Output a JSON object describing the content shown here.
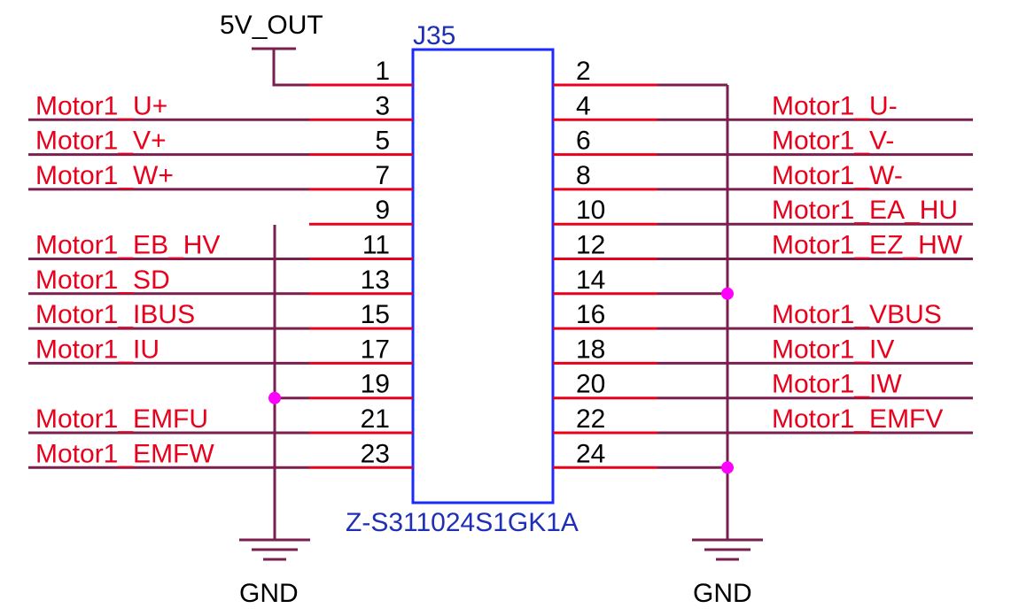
{
  "colors": {
    "pin": "#e8001c",
    "wire": "#7a1f4e",
    "body": "#1a2bff",
    "ref_text": "#1f2fb5",
    "junction": "#ff00ff",
    "label": "#e8001c",
    "text": "#000000"
  },
  "component": {
    "ref": "J35",
    "part": "Z-S311024S1GK1A"
  },
  "power": {
    "top": "5V_OUT",
    "left_ground": "GND",
    "right_ground": "GND"
  },
  "left_pins": [
    {
      "num": "1",
      "net": ""
    },
    {
      "num": "3",
      "net": "Motor1_U+"
    },
    {
      "num": "5",
      "net": "Motor1_V+"
    },
    {
      "num": "7",
      "net": "Motor1_W+"
    },
    {
      "num": "9",
      "net": ""
    },
    {
      "num": "11",
      "net": "Motor1_EB_HV"
    },
    {
      "num": "13",
      "net": "Motor1_SD"
    },
    {
      "num": "15",
      "net": "Motor1_IBUS"
    },
    {
      "num": "17",
      "net": "Motor1_IU"
    },
    {
      "num": "19",
      "net": ""
    },
    {
      "num": "21",
      "net": "Motor1_EMFU"
    },
    {
      "num": "23",
      "net": "Motor1_EMFW"
    }
  ],
  "right_pins": [
    {
      "num": "2",
      "net": ""
    },
    {
      "num": "4",
      "net": "Motor1_U-"
    },
    {
      "num": "6",
      "net": "Motor1_V-"
    },
    {
      "num": "8",
      "net": "Motor1_W-"
    },
    {
      "num": "10",
      "net": "Motor1_EA_HU"
    },
    {
      "num": "12",
      "net": "Motor1_EZ_HW"
    },
    {
      "num": "14",
      "net": ""
    },
    {
      "num": "16",
      "net": "Motor1_VBUS"
    },
    {
      "num": "18",
      "net": "Motor1_IV"
    },
    {
      "num": "20",
      "net": "Motor1_IW"
    },
    {
      "num": "22",
      "net": "Motor1_EMFV"
    },
    {
      "num": "24",
      "net": ""
    }
  ]
}
